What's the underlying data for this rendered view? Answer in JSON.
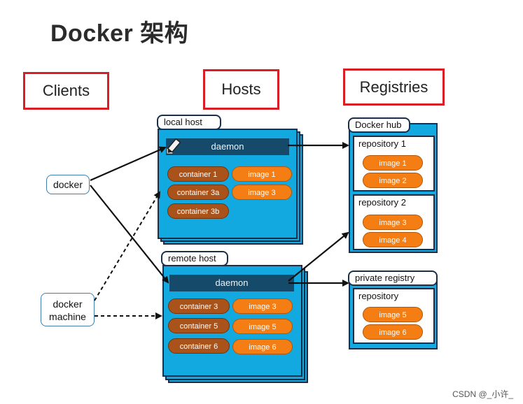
{
  "title": "Docker 架构",
  "headers": {
    "clients": "Clients",
    "hosts": "Hosts",
    "registries": "Registries"
  },
  "clients": {
    "docker": "docker",
    "machine_line1": "docker",
    "machine_line2": "machine"
  },
  "local_host": {
    "label": "local host",
    "daemon": "daemon",
    "containers": [
      "container 1",
      "container 3a",
      "container 3b"
    ],
    "images": [
      "image 1",
      "image 3"
    ]
  },
  "remote_host": {
    "label": "remote host",
    "daemon": "daemon",
    "containers": [
      "container 3",
      "container 5",
      "container 6"
    ],
    "images": [
      "image 3",
      "image 5",
      "image 6"
    ]
  },
  "docker_hub": {
    "label": "Docker hub",
    "repositories": [
      {
        "label": "repository 1",
        "images": [
          "image 1",
          "image 2"
        ]
      },
      {
        "label": "repository 2",
        "images": [
          "image 3",
          "image 4"
        ]
      }
    ]
  },
  "private_registry": {
    "label": "private registry",
    "repository": {
      "label": "repository",
      "images": [
        "image 5",
        "image 6"
      ]
    }
  },
  "watermark": "CSDN @_小许_",
  "colors": {
    "accent_red": "#d81f26",
    "host_blue": "#12a9e1",
    "daemon_navy": "#164a6a",
    "image_orange": "#f47d14",
    "container_brown": "#a9531b"
  }
}
